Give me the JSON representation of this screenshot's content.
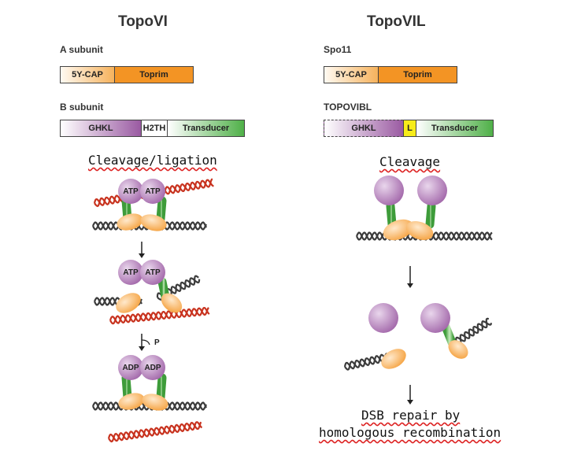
{
  "left": {
    "title": "TopoVI",
    "a_label": "A subunit",
    "a_bar": [
      "5Y-CAP",
      "Toprim"
    ],
    "b_label": "B subunit",
    "b_bar": [
      "GHKL",
      "H2TH",
      "Transducer"
    ],
    "caption": "Cleavage/ligation",
    "stage1": [
      "ATP",
      "ATP"
    ],
    "stage2": [
      "ATP",
      "ATP"
    ],
    "hydrolysis": "P",
    "stage3": [
      "ADP",
      "ADP"
    ]
  },
  "right": {
    "title": "TopoVIL",
    "a_label": "Spo11",
    "a_bar": [
      "5Y-CAP",
      "Toprim"
    ],
    "b_label": "TOPOVIBL",
    "b_bar": [
      "GHKL",
      "L",
      "Transducer"
    ],
    "caption": "Cleavage",
    "outcome_line1": "DSB repair by",
    "outcome_line2": "homologous recombination"
  },
  "colors": {
    "orange": "#f39424",
    "purple": "#9a5aa2",
    "green": "#4fb048",
    "yellow": "#f7ec1a",
    "dna_gray": "#3c3c3c",
    "dna_red": "#c8331f"
  }
}
